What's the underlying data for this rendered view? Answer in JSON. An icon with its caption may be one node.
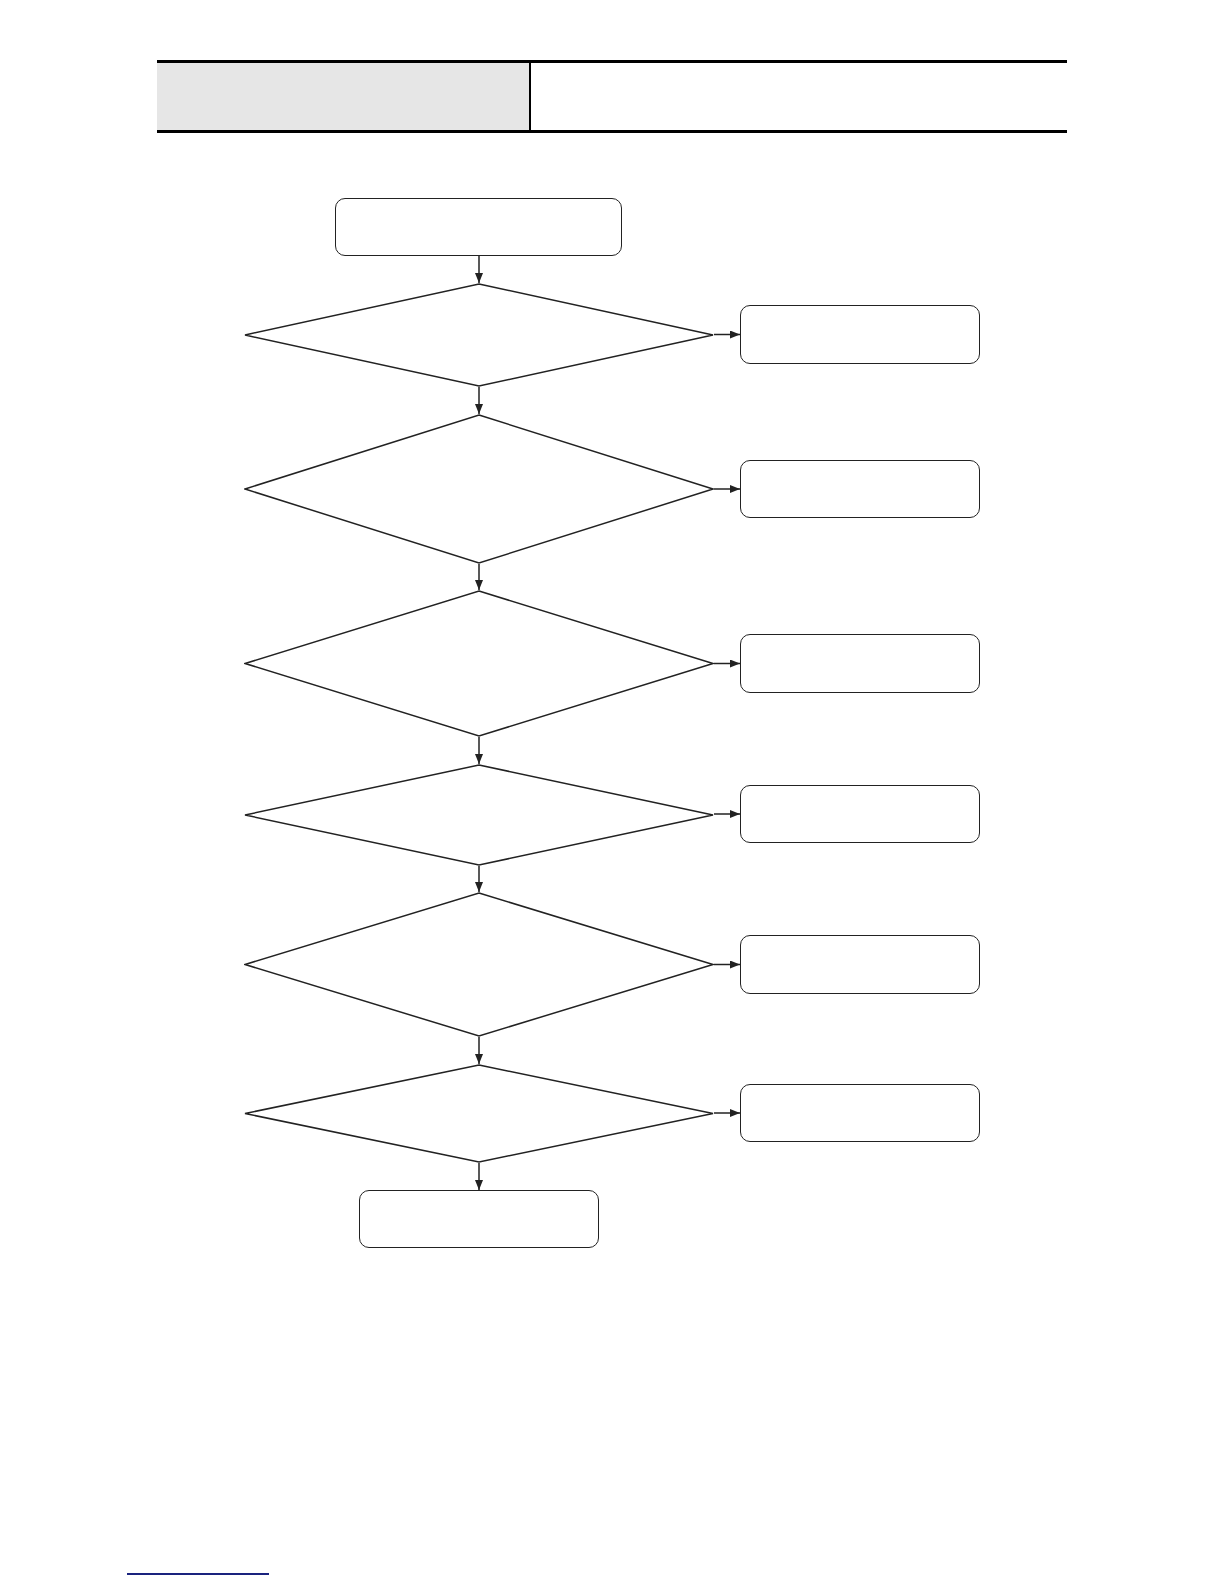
{
  "diagram": {
    "nodes": [
      {
        "text": [],
        "shape": "box"
      },
      {
        "text": [],
        "shape": "diamond"
      },
      {
        "text": [],
        "shape": "box"
      },
      {
        "text": [],
        "shape": "diamond"
      },
      {
        "text": [],
        "shape": "box"
      },
      {
        "text": [],
        "shape": "diamond"
      },
      {
        "text": [],
        "shape": "box"
      },
      {
        "text": [],
        "shape": "diamond"
      },
      {
        "text": [],
        "shape": "box"
      },
      {
        "text": [],
        "shape": "diamond"
      },
      {
        "text": [],
        "shape": "box"
      },
      {
        "text": [],
        "shape": "diamond"
      },
      {
        "text": [],
        "shape": "box"
      },
      {
        "text": [],
        "shape": "box"
      }
    ],
    "edges": [
      {
        "from": 0,
        "to": 1,
        "arrow": "to"
      },
      {
        "from": 1,
        "to": 2,
        "arrow": "to"
      },
      {
        "from": 1,
        "to": 3,
        "arrow": "to"
      },
      {
        "from": 3,
        "to": 4,
        "arrow": "to"
      },
      {
        "from": 3,
        "to": 5,
        "arrow": "to"
      },
      {
        "from": 5,
        "to": 6,
        "arrow": "to"
      },
      {
        "from": 5,
        "to": 7,
        "arrow": "to"
      },
      {
        "from": 7,
        "to": 8,
        "arrow": "to"
      },
      {
        "from": 7,
        "to": 9,
        "arrow": "to"
      },
      {
        "from": 9,
        "to": 10,
        "arrow": "to"
      },
      {
        "from": 9,
        "to": 11,
        "arrow": "to"
      },
      {
        "from": 11,
        "to": 12,
        "arrow": "to"
      },
      {
        "from": 11,
        "to": 13,
        "arrow": "to"
      }
    ]
  }
}
